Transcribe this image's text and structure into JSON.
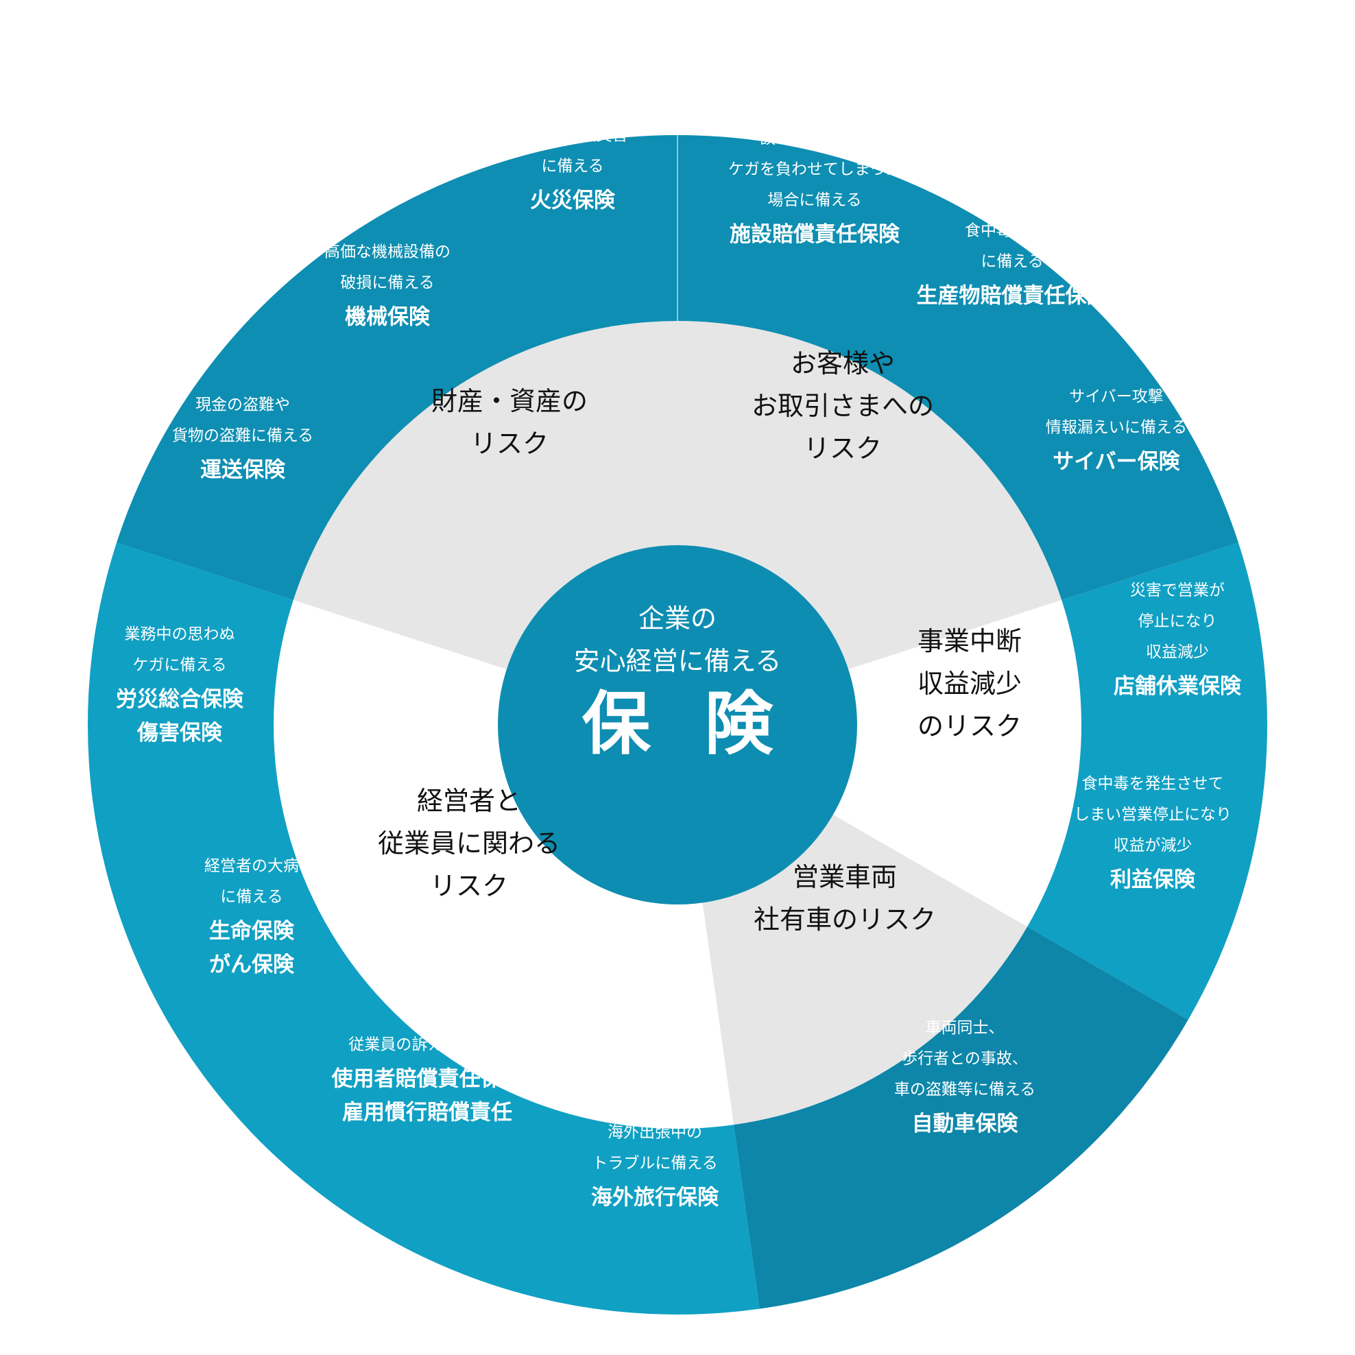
{
  "colors": {
    "outer_a": "#0e8eb2",
    "outer_b": "#0d86a9",
    "outer_c": "#10a0c3",
    "inner_gray": "#e6e6e6",
    "inner_white": "#ffffff",
    "center": "#0d8db1",
    "divider": "#ffffff"
  },
  "center": {
    "line1": "企業の",
    "line2": "安心経営に備える",
    "title": "保 険"
  },
  "risks": {
    "customer": [
      "お客様や",
      "お取引さまへの",
      "リスク"
    ],
    "business": [
      "事業中断",
      "収益減少",
      "のリスク"
    ],
    "vehicle": [
      "営業車両",
      "社有車のリスク"
    ],
    "people": [
      "経営者と",
      "従業員に関わる",
      "リスク"
    ],
    "property": [
      "財産・資産の",
      "リスク"
    ]
  },
  "insurances": {
    "fire": {
      "desc": [
        "火災や自然災害",
        "に備える"
      ],
      "name": [
        "火災保険"
      ]
    },
    "facility": {
      "desc": [
        "誤ってお客様に",
        "ケガを負わせてしまった",
        "場合に備える"
      ],
      "name": [
        "施設賠償責任保険"
      ]
    },
    "product": {
      "desc": [
        "食中毒の発生",
        "に備える"
      ],
      "name": [
        "生産物賠償責任保険"
      ]
    },
    "cyber": {
      "desc": [
        "サイバー攻撃",
        "情報漏えいに備える"
      ],
      "name": [
        "サイバー保険"
      ]
    },
    "store": {
      "desc": [
        "災害で営業が",
        "停止になり",
        "収益減少"
      ],
      "name": [
        "店舗休業保険"
      ]
    },
    "profit": {
      "desc": [
        "食中毒を発生させて",
        "しまい営業停止になり",
        "収益が減少"
      ],
      "name": [
        "利益保険"
      ]
    },
    "auto": {
      "desc": [
        "車両同士、",
        "歩行者との事故、",
        "車の盗難等に備える"
      ],
      "name": [
        "自動車保険"
      ]
    },
    "travel": {
      "desc": [
        "海外出張中の",
        "トラブルに備える"
      ],
      "name": [
        "海外旅行保険"
      ]
    },
    "employer": {
      "desc": [
        "従業員の訴えに備える"
      ],
      "name": [
        "使用者賠償責任保険",
        "雇用慣行賠償責任"
      ]
    },
    "life": {
      "desc": [
        "経営者の大病",
        "に備える"
      ],
      "name": [
        "生命保険",
        "がん保険"
      ]
    },
    "workers": {
      "desc": [
        "業務中の思わぬ",
        "ケガに備える"
      ],
      "name": [
        "労災総合保険",
        "傷害保険"
      ]
    },
    "transport": {
      "desc": [
        "現金の盗難や",
        "貨物の盗難に備える"
      ],
      "name": [
        "運送保険"
      ]
    },
    "machine": {
      "desc": [
        "高価な機械設備の",
        "破損に備える"
      ],
      "name": [
        "機械保険"
      ]
    }
  }
}
